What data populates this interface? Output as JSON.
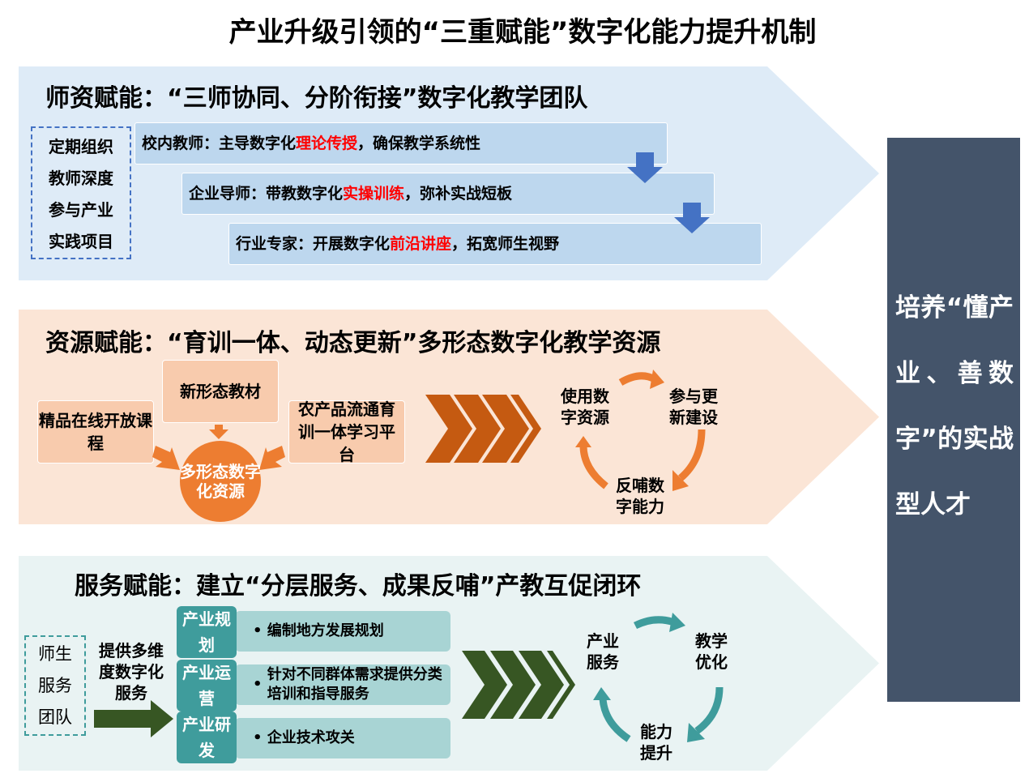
{
  "title": "产业升级引领的“三重赋能”数字化能力提升机制",
  "s1": {
    "heading": "师资赋能：“三师协同、分阶衔接”数字化教学团队",
    "side": [
      "定期组织",
      "教师深度",
      "参与产业",
      "实践项目"
    ],
    "bars": [
      {
        "pre": "校内教师：主导数字化",
        "hl": "理论传授",
        "post": "，确保教学系统性"
      },
      {
        "pre": "企业导师：带教数字化",
        "hl": "实操训练",
        "post": "，弥补实战短板"
      },
      {
        "pre": "行业专家：开展数字化",
        "hl": "前沿讲座",
        "post": "，拓宽师生视野"
      }
    ]
  },
  "s2": {
    "heading": "资源赋能：“育训一体、动态更新”多形态数字化教学资源",
    "b1": "精品在线开放课程",
    "b2": "新形态教材",
    "b3": "农产品流通育训一体学习平台",
    "center": "多形态数字化资源",
    "cycle": [
      "使用数字资源",
      "参与更新建设",
      "反哺数字能力"
    ]
  },
  "s3": {
    "heading": "服务赋能：建立“分层服务、成果反哺”产教互促闭环",
    "side": [
      "师生",
      "服务",
      "团队"
    ],
    "provide": "提供多维度数字化服务",
    "rows": [
      {
        "label": "产业规划",
        "text": "编制地方发展规划"
      },
      {
        "label": "产业运营",
        "text": "针对不同群体需求提供分类培训和指导服务"
      },
      {
        "label": "产业研发",
        "text": "企业技术攻关"
      }
    ],
    "cycle": [
      "产业服务",
      "教学优化",
      "能力提升"
    ]
  },
  "right": "培养“懂产业、善数字”的实战型人才",
  "colors": {
    "blue": "#4472c4",
    "orange": "#ed7d31",
    "teal": "#3f9c9c",
    "slate": "#44546a"
  }
}
